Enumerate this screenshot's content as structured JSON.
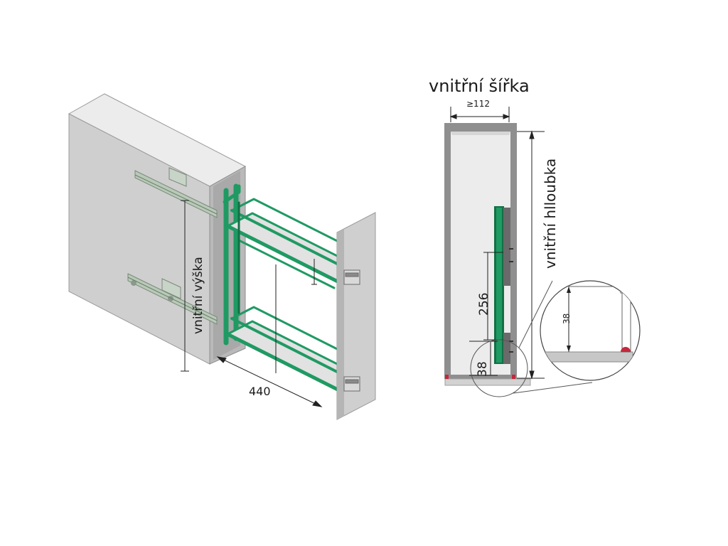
{
  "labels": {
    "inner_width_title": "vnitřní šířka",
    "inner_width_value": "≥112",
    "inner_depth": "vnitřní hlloubka",
    "inner_height": "vnitřní výška",
    "length_440": "440",
    "dim_256": "256",
    "dim_38": "38",
    "detail_38": "38"
  },
  "colors": {
    "cabinet_side": "#cfcfcf",
    "cabinet_top": "#e9e9e9",
    "cabinet_edge": "#8e8e8e",
    "basket_green": "#1f9a63",
    "basket_green_dark": "#137046",
    "shelf_grey": "#e2e2e2",
    "section_wall": "#8f8f8f",
    "section_inside": "#ececec",
    "highlight_red": "#c4283a"
  }
}
